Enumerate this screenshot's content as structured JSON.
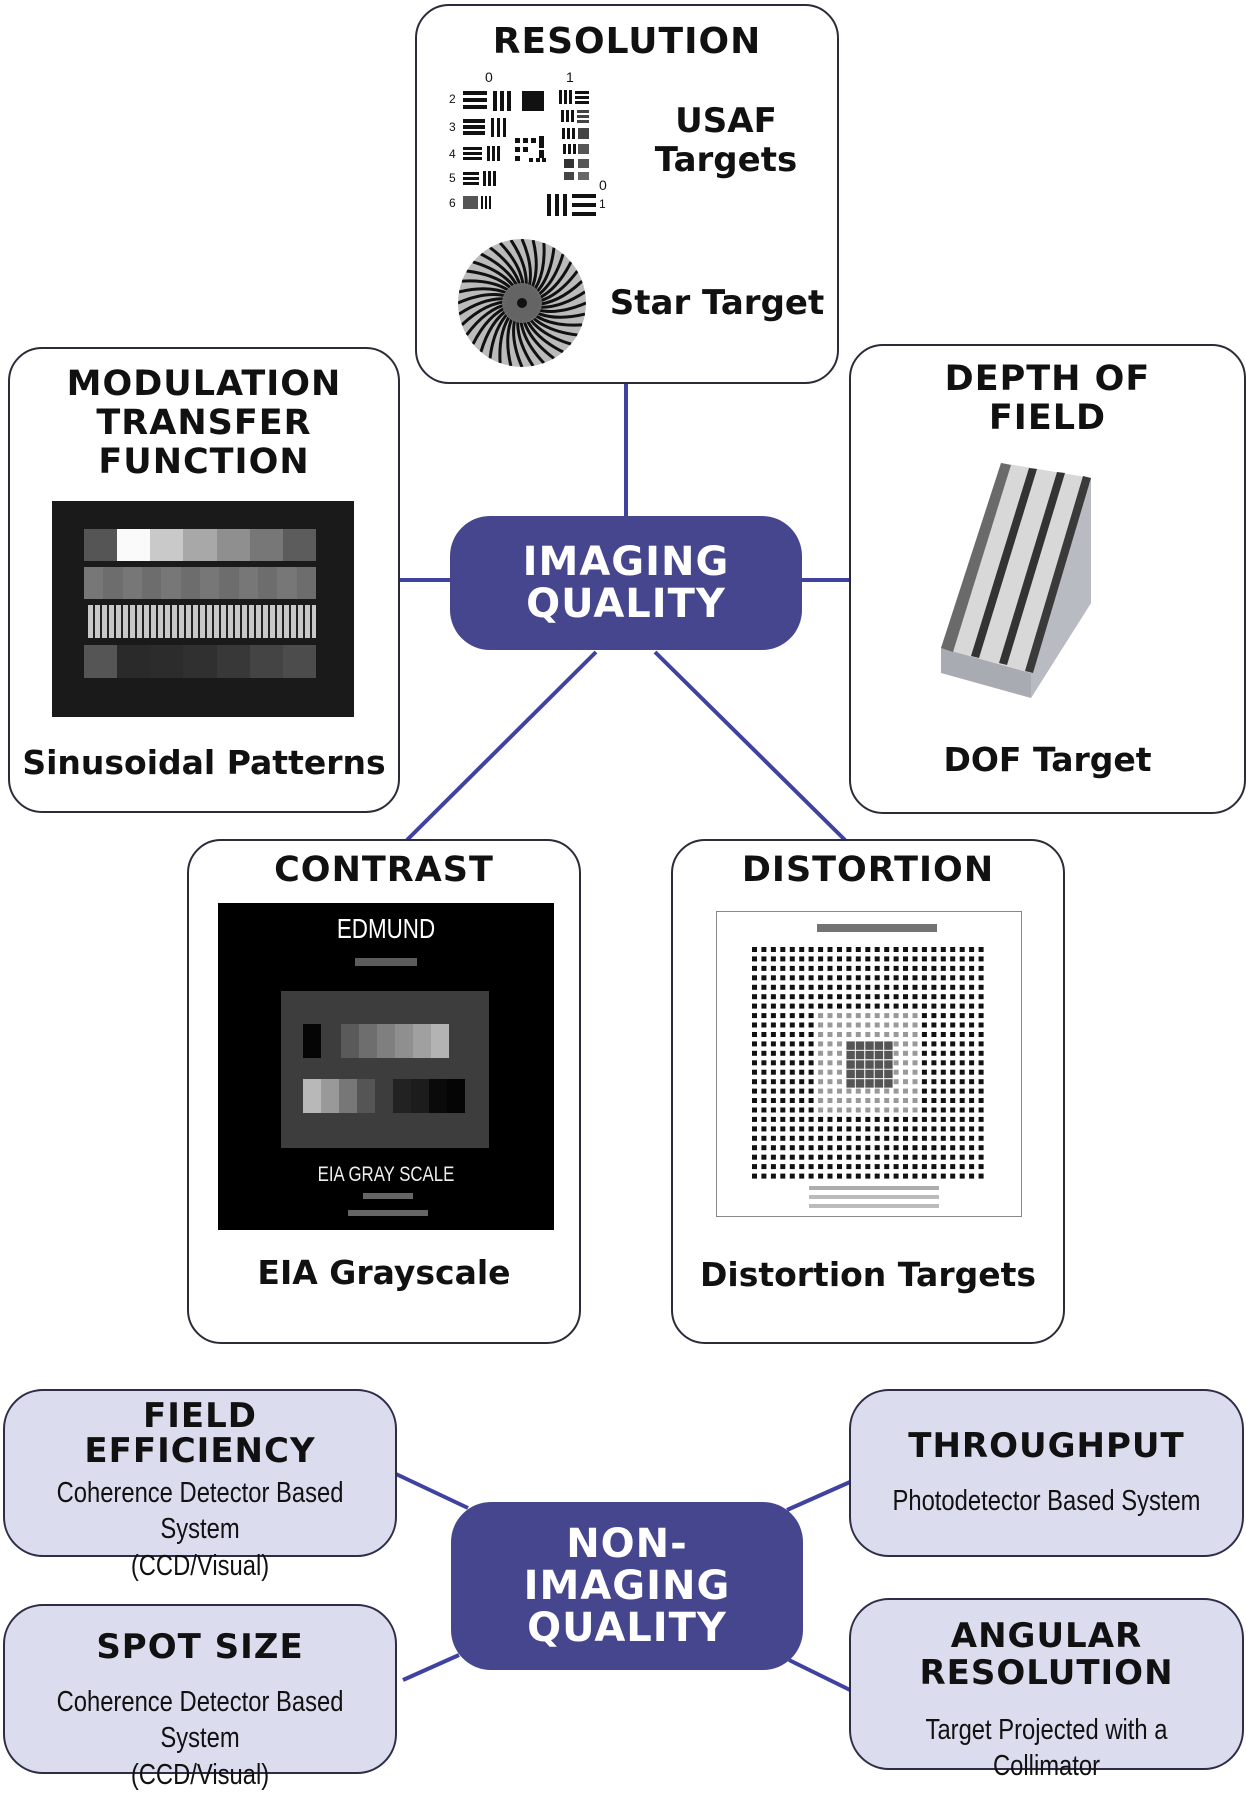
{
  "diagram": {
    "colors": {
      "hub": "#45468e",
      "connector": "#3f42a0",
      "box_border": "#2b2b3a",
      "non_imaging_box_fill": "#dcdcef"
    },
    "imaging_hub": {
      "label_line1": "IMAGING",
      "label_line2": "QUALITY"
    },
    "non_imaging_hub": {
      "label_line1": "NON-",
      "label_line2": "IMAGING",
      "label_line3": "QUALITY"
    },
    "imaging_nodes": {
      "resolution": {
        "title": "RESOLUTION",
        "usaf_label_line1": "USAF",
        "usaf_label_line2": "Targets",
        "star_label": "Star Target",
        "usaf_group_labels": [
          "0",
          "1"
        ],
        "usaf_row_labels": [
          "2",
          "3",
          "4",
          "5",
          "6"
        ],
        "usaf_right_labels": [
          "0",
          "1"
        ]
      },
      "mtf": {
        "title_line1": "MODULATION",
        "title_line2": "TRANSFER",
        "title_line3": "FUNCTION",
        "caption": "Sinusoidal Patterns"
      },
      "dof": {
        "title_line1": "DEPTH OF",
        "title_line2": "FIELD",
        "caption": "DOF Target"
      },
      "contrast": {
        "title": "CONTRAST",
        "chart_brand": "EDMUND",
        "chart_name": "EIA GRAY SCALE",
        "caption": "EIA Grayscale"
      },
      "distortion": {
        "title": "DISTORTION",
        "caption": "Distortion Targets"
      }
    },
    "non_imaging_nodes": {
      "field_efficiency": {
        "title_line1": "FIELD",
        "title_line2": "EFFICIENCY",
        "desc_line1": "Coherence Detector Based System",
        "desc_line2": "(CCD/Visual)"
      },
      "spot_size": {
        "title": "SPOT SIZE",
        "desc_line1": "Coherence Detector Based System",
        "desc_line2": "(CCD/Visual)"
      },
      "throughput": {
        "title": "THROUGHPUT",
        "desc": "Photodetector Based System"
      },
      "angular_resolution": {
        "title_line1": "ANGULAR",
        "title_line2": "RESOLUTION",
        "desc": "Target Projected with a Collimator"
      }
    }
  }
}
